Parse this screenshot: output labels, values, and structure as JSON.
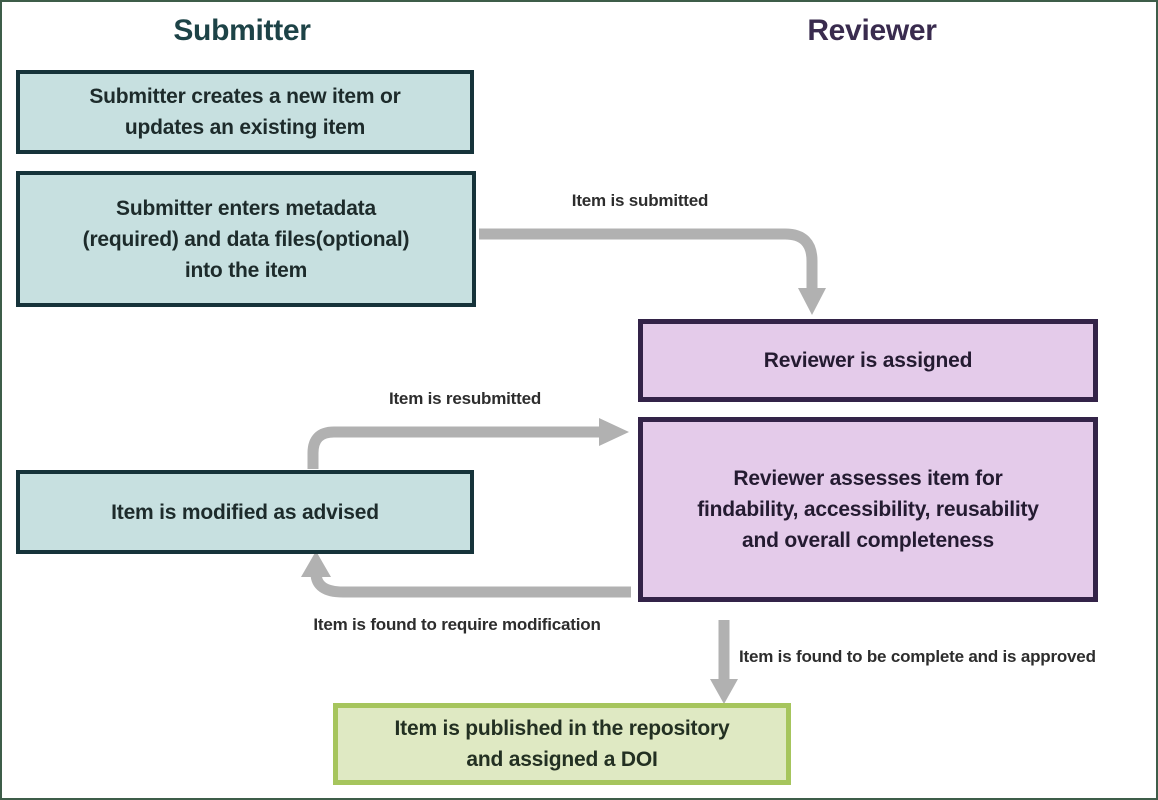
{
  "columns": {
    "submitter": {
      "label": "Submitter",
      "color": "#1d4347"
    },
    "reviewer": {
      "label": "Reviewer",
      "color": "#392b4e"
    }
  },
  "nodes": {
    "create": {
      "lines": [
        "Submitter creates a new item or",
        "updates an existing item"
      ],
      "fill": "#c7e0e0",
      "border": "#16333a",
      "actor": "submitter"
    },
    "enter_metadata": {
      "lines": [
        "Submitter enters metadata",
        "(required) and data files(optional)",
        "into the item"
      ],
      "fill": "#c7e0e0",
      "border": "#16333a",
      "actor": "submitter"
    },
    "reviewer_assigned": {
      "lines": [
        "Reviewer is assigned"
      ],
      "fill": "#e4cbea",
      "border": "#332348",
      "actor": "reviewer"
    },
    "reviewer_assesses": {
      "lines": [
        "Reviewer assesses item for",
        "findability, accessibility, reusability",
        "and overall completeness"
      ],
      "fill": "#e4cbea",
      "border": "#332348",
      "actor": "reviewer"
    },
    "item_modified": {
      "lines": [
        "Item is modified as advised"
      ],
      "fill": "#c7e0e0",
      "border": "#16333a",
      "actor": "submitter"
    },
    "published": {
      "lines": [
        "Item is published in the repository",
        "and assigned a DOI"
      ],
      "fill": "#dfe9c3",
      "border": "#a6c55d",
      "actor": "outcome"
    }
  },
  "edges": {
    "submitted": {
      "label": "Item is submitted"
    },
    "resubmitted": {
      "label": "Item is resubmitted"
    },
    "modification": {
      "label": "Item is found to require modification"
    },
    "approved": {
      "label": "Item is found to be complete and is approved"
    }
  },
  "arrow_color": "#b1b1b1"
}
